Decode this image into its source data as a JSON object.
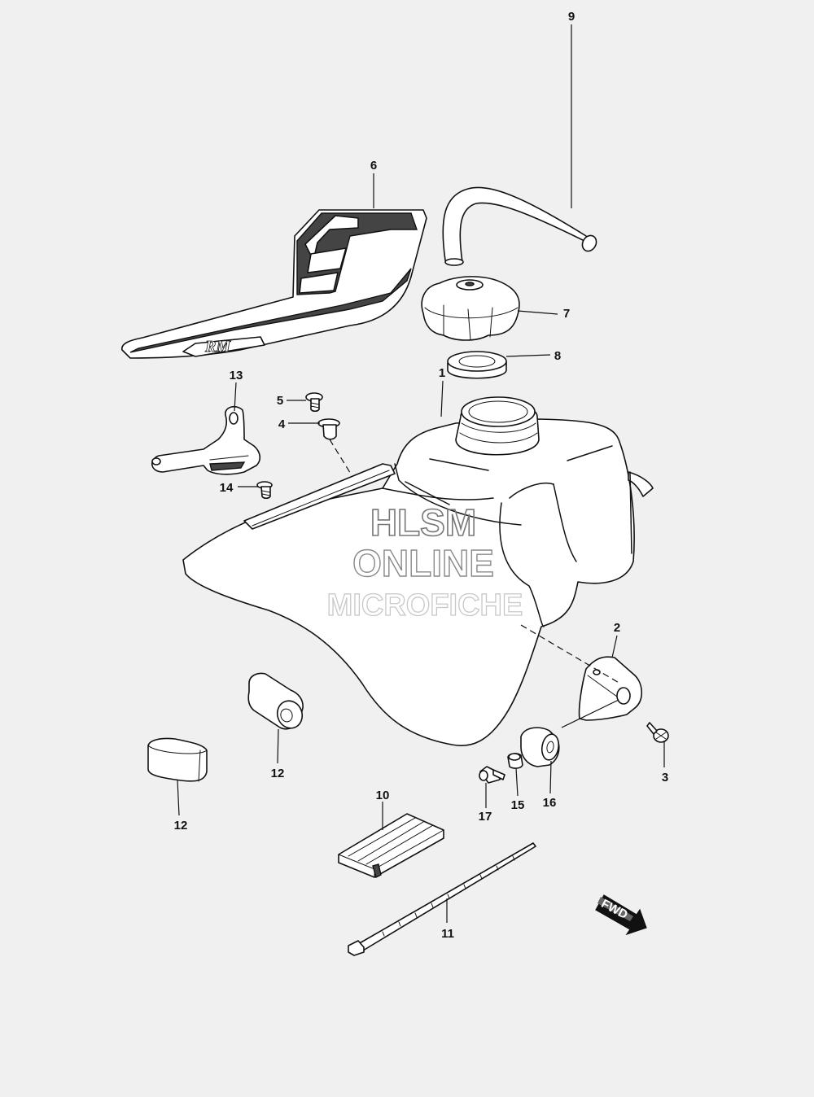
{
  "watermark": {
    "line1": "HLSM",
    "line2": "ONLINE",
    "line3": "MICROFICHE"
  },
  "decal_logo_text": "RM",
  "direction_indicator": "FWD",
  "callouts": [
    {
      "id": "c1",
      "label": "1"
    },
    {
      "id": "c2",
      "label": "2"
    },
    {
      "id": "c3",
      "label": "3"
    },
    {
      "id": "c4",
      "label": "4"
    },
    {
      "id": "c5",
      "label": "5"
    },
    {
      "id": "c6",
      "label": "6"
    },
    {
      "id": "c7",
      "label": "7"
    },
    {
      "id": "c8",
      "label": "8"
    },
    {
      "id": "c9",
      "label": "9"
    },
    {
      "id": "c10",
      "label": "10"
    },
    {
      "id": "c11",
      "label": "11"
    },
    {
      "id": "c12a",
      "label": "12"
    },
    {
      "id": "c12b",
      "label": "12"
    },
    {
      "id": "c13",
      "label": "13"
    },
    {
      "id": "c14",
      "label": "14"
    },
    {
      "id": "c15",
      "label": "15"
    },
    {
      "id": "c16",
      "label": "16"
    },
    {
      "id": "c17",
      "label": "17"
    }
  ]
}
